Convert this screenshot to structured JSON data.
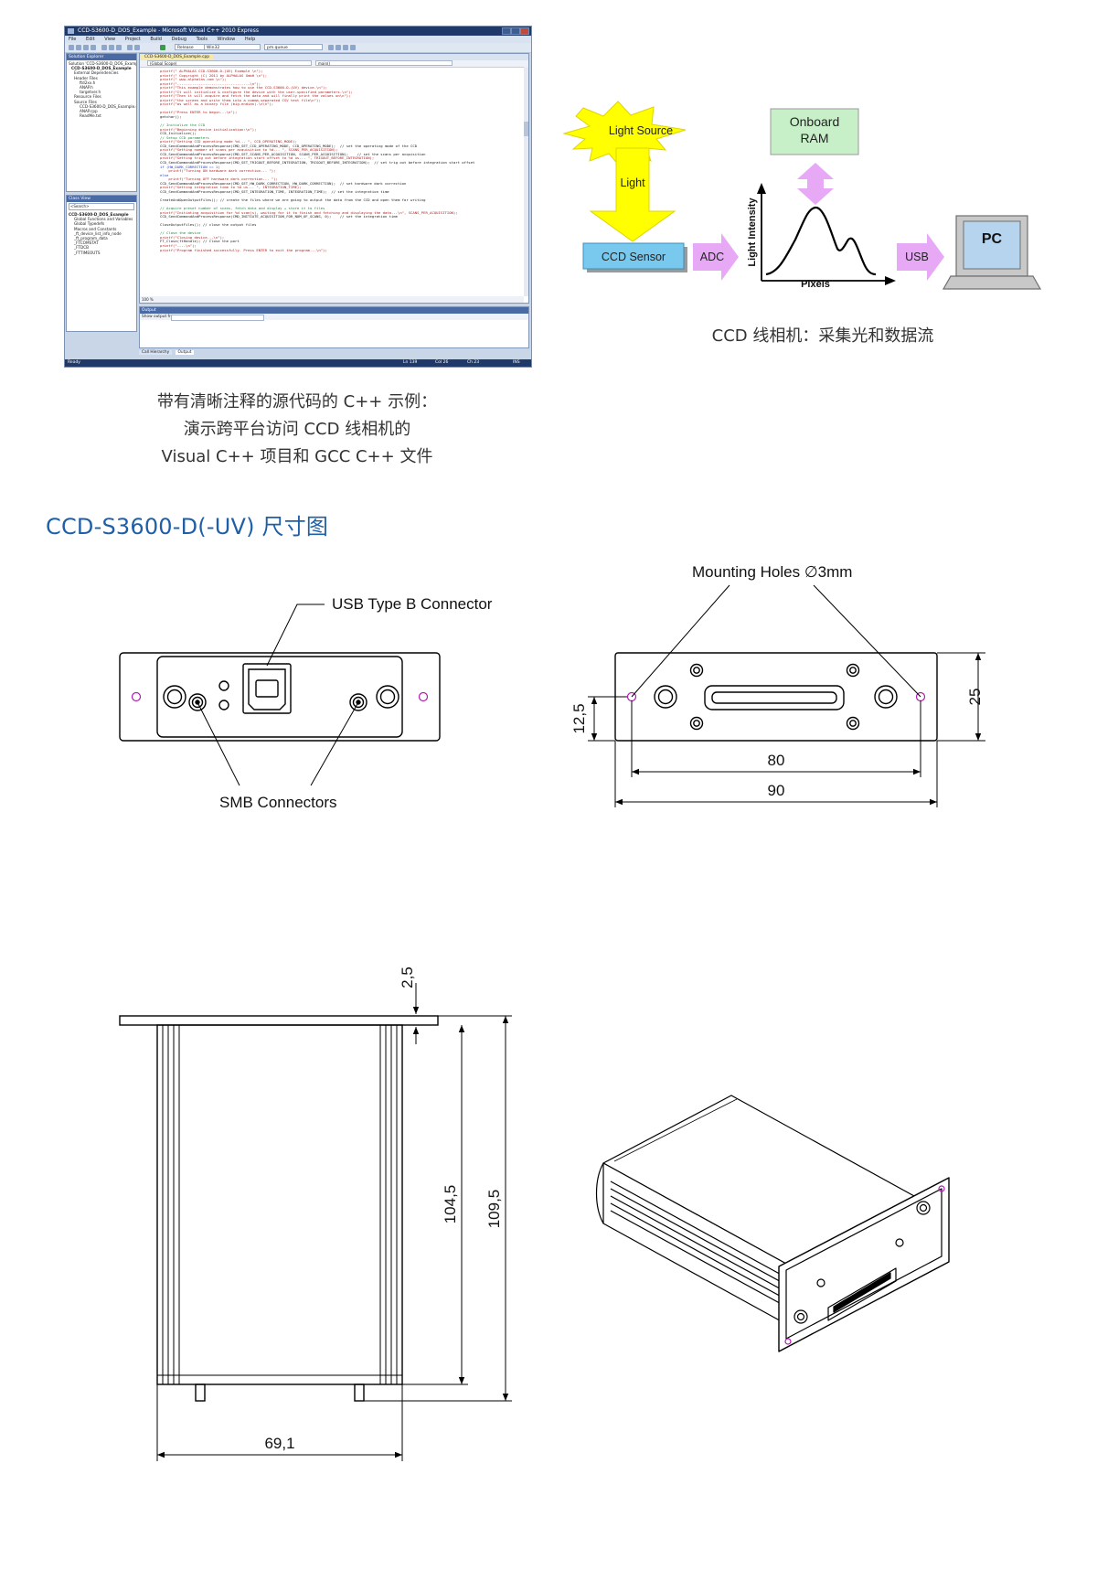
{
  "screenshot": {
    "window_title": "CCD-S3600-D_DOS_Example - Microsoft Visual C++ 2010 Express",
    "menu": [
      "File",
      "Edit",
      "View",
      "Project",
      "Build",
      "Debug",
      "Tools",
      "Window",
      "Help"
    ],
    "config_combo": "Release",
    "platform_combo": "Win32",
    "find_combo": "pm.queue",
    "solution_explorer_title": "Solution Explorer",
    "solution_tree": [
      "Solution 'CCD-S3600-D_DOS_Example' (1 p",
      "CCD-S3600-D_DOS_Example",
      "External Dependencies",
      "Header Files",
      "ftd2xx.h",
      "ANAP.h",
      "targetver.h",
      "Resource Files",
      "Source Files",
      "CCD-S3600-D_DOS_Example.cpp",
      "ANAP.cpp",
      "ReadMe.txt"
    ],
    "class_view_title": "Class View",
    "class_search": "<Search>",
    "class_tree": [
      "CCD-S3600-D_DOS_Example",
      "Global Functions and Variables",
      "Global Typedefs",
      "Macros and Constants",
      "_ft_device_list_info_node",
      "_ft_program_data",
      "_FTCOMSTAT",
      "_FTDCB",
      "_FTTIMEOUTS"
    ],
    "editor_tab": "CCD-S3600-D_DOS_Example.cpp",
    "scope_left": "(Global Scope)",
    "scope_right": "main()",
    "code_lines": [
      {
        "t": "printf(\" ALPHALAS CCD-S3600-D-(UV) Example \\n\");",
        "c": "st"
      },
      {
        "t": "printf(\" Copyright (C) 2011 by ALPHALAS GmbH \\n\");",
        "c": "st"
      },
      {
        "t": "printf(\" www.alphalas.com \\n\");",
        "c": "st"
      },
      {
        "t": "printf(\"----------------------------------\\n\");",
        "c": "st"
      },
      {
        "t": "printf(\"This example demonstrates how to use the CCD-S3600-D-(UV) device.\\n\");",
        "c": "st"
      },
      {
        "t": "printf(\"It will initialize & configure the device with the user-specified parameters.\\n\");",
        "c": "st"
      },
      {
        "t": "printf(\"Then it will acquire and fetch the data and will finally print the values on\\n\");",
        "c": "st"
      },
      {
        "t": "printf(\"the screen and write them into a comma-separated CSV text file\\n\");",
        "c": "st"
      },
      {
        "t": "printf(\"as well as a binary file (big-endian).\\n\\n\");",
        "c": "st"
      },
      {
        "t": "",
        "c": ""
      },
      {
        "t": "printf(\"Press ENTER to begin...\\n\");",
        "c": "st"
      },
      {
        "t": "getchar();",
        "c": ""
      },
      {
        "t": "",
        "c": ""
      },
      {
        "t": "// Initialize the CCD",
        "c": "cm"
      },
      {
        "t": "printf(\"Beginning device initialization:\\n\");",
        "c": "st"
      },
      {
        "t": "CCD_Initialize();",
        "c": ""
      },
      {
        "t": "// Setup CCD parameters",
        "c": "cm"
      },
      {
        "t": "printf(\"Setting CCD operating mode %d... \", CCD_OPERATING_MODE);",
        "c": "st"
      },
      {
        "t": "CCD_SendCommandAndProcessResponse(CMD_SET_CCD_OPERATING_MODE, CCD_OPERATING_MODE);  // set the operating mode of the CCD",
        "c": ""
      },
      {
        "t": "printf(\"Setting number of scans per acquisition to %d... \", SCANS_PER_ACQUISITION);",
        "c": "st"
      },
      {
        "t": "CCD_SendCommandAndProcessResponse(CMD_SET_SCANS_PER_ACQUISITION, SCANS_PER_ACQUISITION);    // set the scans per acquisition",
        "c": ""
      },
      {
        "t": "printf(\"Setting trig out before integration start offset to %d us... \", TRIGOUT_BEFORE_INTEGRATION);",
        "c": "st"
      },
      {
        "t": "CCD_SendCommandAndProcessResponse(CMD_SET_TRIGOUT_BEFORE_INTEGRATION, TRIGOUT_BEFORE_INTEGRATION);  // set trig out before integration start offset",
        "c": ""
      },
      {
        "t": "if (HW_DARK_CORRECTION == 1)",
        "c": "kw"
      },
      {
        "t": "    printf(\"Turning ON hardware dark correction... \");",
        "c": "st"
      },
      {
        "t": "else",
        "c": "kw"
      },
      {
        "t": "    printf(\"Turning OFF hardware dark correction... \");",
        "c": "st"
      },
      {
        "t": "CCD_SendCommandAndProcessResponse(CMD_SET_HW_DARK_CORRECTION, HW_DARK_CORRECTION);  // set hardware dark correction",
        "c": ""
      },
      {
        "t": "printf(\"Setting integration time to %d us... \", INTEGRATION_TIME);",
        "c": "st"
      },
      {
        "t": "CCD_SendCommandAndProcessResponse(CMD_SET_INTEGRATION_TIME, INTEGRATION_TIME);  // set the integration time",
        "c": ""
      },
      {
        "t": "",
        "c": ""
      },
      {
        "t": "CreateAndOpenOutputFiles(); // create the files where we are going to output the data from the CCD and open them for writing",
        "c": ""
      },
      {
        "t": "",
        "c": ""
      },
      {
        "t": "// Acquire preset number of scans, fetch data and display + store it to files",
        "c": "cm"
      },
      {
        "t": "printf(\"Initiating acquisition for %d scan(s), waiting for it to finish and fetching and displaying the data...\\n\", SCANS_PER_ACQUISITION);",
        "c": "st"
      },
      {
        "t": "CCD_SendCommandAndProcessResponse(CMD_INITIATE_ACQUISITION_FOR_NUM_OF_SCANS, 0);    // set the integration time",
        "c": ""
      },
      {
        "t": "",
        "c": ""
      },
      {
        "t": "CloseOutputFiles(); // close the output files",
        "c": ""
      },
      {
        "t": "",
        "c": ""
      },
      {
        "t": "// Close the device",
        "c": "cm"
      },
      {
        "t": "printf(\"Closing device...\\n\");",
        "c": "st"
      },
      {
        "t": "FT_Close(ftHandle); // Close the port",
        "c": ""
      },
      {
        "t": "printf(\"----\\n\");",
        "c": "st"
      },
      {
        "t": "printf(\"Program finished successfully. Press ENTER to exit the program...\\n\");",
        "c": "st"
      }
    ],
    "zoom": "100 %",
    "output_title": "Output",
    "output_label": "Show output from:",
    "bottom_tabs": [
      "Call Hierarchy",
      "Output"
    ],
    "status": {
      "ready": "Ready",
      "ln": "Ln 139",
      "col": "Col 26",
      "ch": "Ch 23",
      "ins": "INS"
    }
  },
  "dataflow": {
    "light_source": "Light Source",
    "light": "Light",
    "ccd_sensor": "CCD Sensor",
    "adc": "ADC",
    "onboard_ram": [
      "Onboard",
      "RAM"
    ],
    "y_axis_label": "Light Intensity",
    "x_axis_label": "Pixels",
    "usb": "USB",
    "pc": "PC",
    "colors": {
      "yellow": "#ffff00",
      "cyan": "#79c9ef",
      "violet": "#e7a8f5",
      "green": "#c8f0c8",
      "heading": "#1f5fa8"
    }
  },
  "captions": {
    "dataflow_caption": "CCD 线相机：采集光和数据流",
    "code_caption_lines": [
      "带有清晰注释的源代码的 C++ 示例：",
      "演示跨平台访问 CCD 线相机的",
      "Visual C++ 项目和 GCC C++ 文件"
    ]
  },
  "section_heading": "CCD-S3600-D(-UV) 尺寸图",
  "dimensions": {
    "usb_connector_label": "USB Type B Connector",
    "smb_connectors_label": "SMB Connectors",
    "mounting_holes_label": "Mounting Holes",
    "mounting_hole_diameter": "∅3mm",
    "dim_25": "25",
    "dim_12_5": "12,5",
    "dim_80": "80",
    "dim_90": "90",
    "dim_2_5": "2,5",
    "dim_104_5": "104,5",
    "dim_109_5": "109,5",
    "dim_69_1": "69,1"
  }
}
